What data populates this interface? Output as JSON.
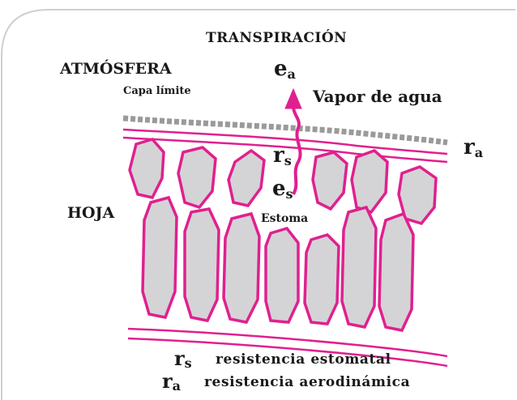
{
  "title": "TRANSPIRACIÓN",
  "atmosphere_label": "ATMÓSFERA",
  "boundary_layer_label": "Capa límite",
  "vapor_label": "Vapor de agua",
  "leaf_label": "HOJA",
  "stoma_label": "Estoma",
  "symbols": {
    "ea_main": "e",
    "ea_sub": "a",
    "ra_main": "r",
    "ra_sub": "a",
    "rs_main": "r",
    "rs_sub": "s",
    "es_main": "e",
    "es_sub": "s"
  },
  "legend": [
    {
      "sym_main": "r",
      "sym_sub": "s",
      "text": "resistencia estomatal"
    },
    {
      "sym_main": "r",
      "sym_sub": "a",
      "text": "resistencia  aerodinámica"
    }
  ],
  "colors": {
    "cell_stroke": "#e0208f",
    "cell_fill": "#d4d4d6",
    "boundary": "#9a9a9a",
    "frame": "#c8c8c8"
  }
}
